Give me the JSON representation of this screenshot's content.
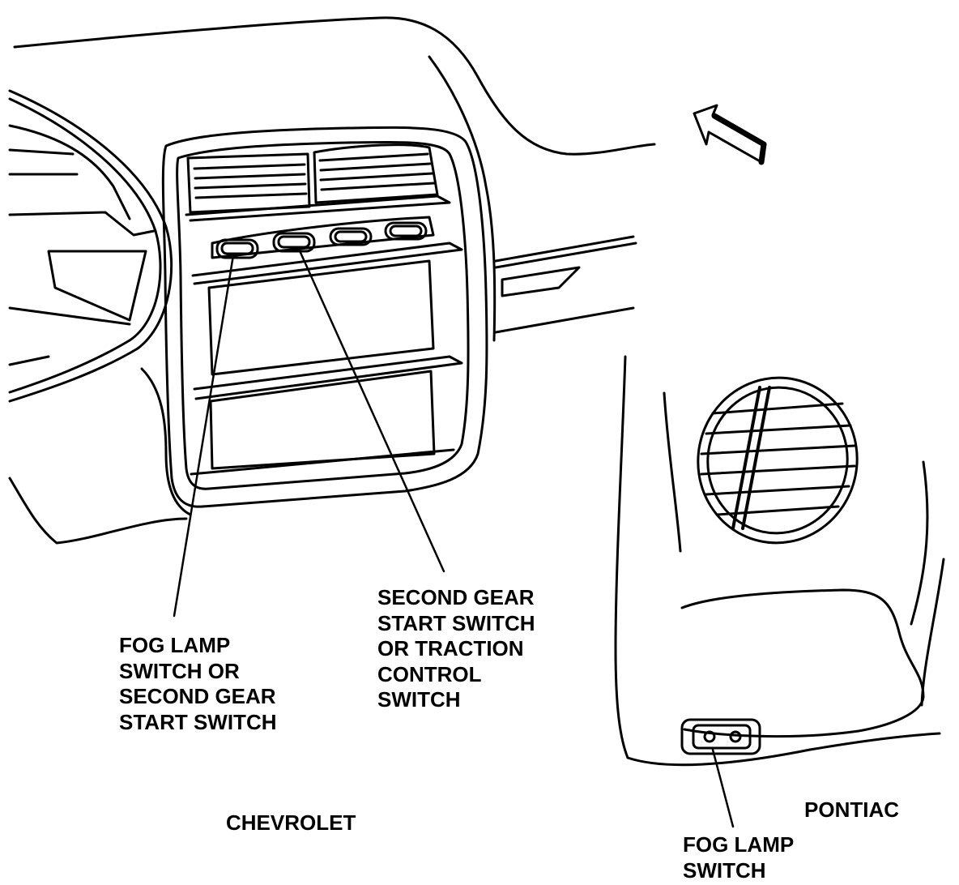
{
  "callouts": {
    "fog_lamp_chevrolet": [
      "FOG LAMP",
      "SWITCH OR",
      "SECOND GEAR",
      "START SWITCH"
    ],
    "second_gear": [
      "SECOND GEAR",
      "START SWITCH",
      "OR TRACTION",
      "CONTROL",
      "SWITCH"
    ],
    "fog_lamp_pontiac": [
      "FOG LAMP",
      "SWITCH"
    ]
  },
  "views": {
    "chevrolet": "CHEVROLET",
    "pontiac": "PONTIAC"
  },
  "colors": {
    "ink": "#000000",
    "paper": "#ffffff"
  },
  "icons": {
    "direction_arrow": "arrow-up-left-icon"
  }
}
